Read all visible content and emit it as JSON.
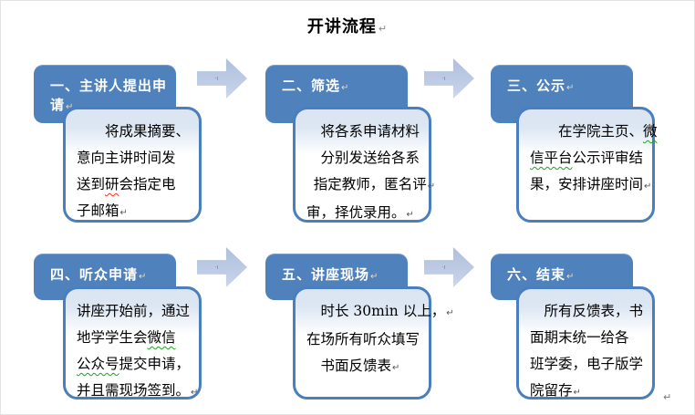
{
  "title": {
    "text": "开讲流程",
    "paragraph_mark": "↵"
  },
  "colors": {
    "header_fill": "#4f81bd",
    "body_border": "#4a7ebc",
    "body_band": "#dbe5f2",
    "arrow_fill": "#b7c6e1",
    "spellcheck_red": "#ff2a1a",
    "grammar_green": "#19a519"
  },
  "arrow_mark": "·ı",
  "trailing_paragraph_mark": "↵",
  "steps": [
    {
      "row": 0,
      "col": 0,
      "header": "一、主讲人提出申请",
      "lines": [
        {
          "indent": 2,
          "segments": [
            {
              "t": "将成果摘要、"
            }
          ]
        },
        {
          "indent": 0,
          "segments": [
            {
              "t": "意向主讲时间发"
            }
          ]
        },
        {
          "indent": 0,
          "segments": [
            {
              "t": "送到"
            },
            {
              "t": "研",
              "u": "red"
            },
            {
              "t": "会指定电"
            }
          ]
        },
        {
          "indent": 0,
          "segments": [
            {
              "t": "子邮箱"
            },
            {
              "m": "↵"
            }
          ]
        }
      ]
    },
    {
      "row": 0,
      "col": 1,
      "header": "二、筛选",
      "lines": [
        {
          "indent": 1,
          "segments": [
            {
              "t": "将各系申请材料"
            }
          ]
        },
        {
          "indent": 1,
          "segments": [
            {
              "t": "分别发送给各系"
            }
          ]
        },
        {
          "indent": 0.5,
          "segments": [
            {
              "t": "指定教师，匿名评"
            },
            {
              "m": "↵"
            }
          ]
        },
        {
          "indent": 0,
          "segments": [
            {
              "t": "审，择优录用。"
            },
            {
              "m": "↵"
            }
          ]
        }
      ]
    },
    {
      "row": 0,
      "col": 2,
      "header": "三、公示",
      "lines": [
        {
          "indent": 2,
          "segments": [
            {
              "t": "在学院主页、"
            },
            {
              "t": "微",
              "u": "green"
            }
          ]
        },
        {
          "indent": 0,
          "segments": [
            {
              "t": "信平台",
              "u": "green"
            },
            {
              "t": "公示评审结"
            }
          ]
        },
        {
          "indent": 0,
          "segments": [
            {
              "t": "果，安排讲座时间"
            },
            {
              "m": "↵"
            }
          ]
        }
      ]
    },
    {
      "row": 1,
      "col": 0,
      "header": "四、听众申请",
      "lines": [
        {
          "indent": 0,
          "segments": [
            {
              "t": "讲座开始前，通过"
            }
          ]
        },
        {
          "indent": 0,
          "segments": [
            {
              "t": "地学学生会"
            },
            {
              "t": "微信",
              "u": "green"
            }
          ]
        },
        {
          "indent": 0,
          "segments": [
            {
              "t": "公众号",
              "u": "green"
            },
            {
              "t": "提交申请，"
            }
          ]
        },
        {
          "indent": 0,
          "segments": [
            {
              "t": "并且需现场签到。"
            },
            {
              "m": "↵"
            }
          ]
        }
      ]
    },
    {
      "row": 1,
      "col": 1,
      "header": "五、讲座现场",
      "lines": [
        {
          "indent": 1,
          "segments": [
            {
              "t": "时长 30min 以上，"
            },
            {
              "m": "↵"
            }
          ]
        },
        {
          "indent": 0,
          "segments": [
            {
              "t": "在场所有听众填写"
            }
          ]
        },
        {
          "indent": 1,
          "segments": [
            {
              "t": "书面反馈表"
            },
            {
              "m": "↵"
            }
          ]
        }
      ]
    },
    {
      "row": 1,
      "col": 2,
      "header": "六、结束",
      "lines": [
        {
          "indent": 1,
          "segments": [
            {
              "t": "所有反馈表，书"
            }
          ]
        },
        {
          "indent": 0,
          "segments": [
            {
              "t": "面期末统一给各"
            }
          ]
        },
        {
          "indent": 0,
          "segments": [
            {
              "t": "班学委，电子版学"
            }
          ]
        },
        {
          "indent": 0,
          "segments": [
            {
              "t": "院留存"
            },
            {
              "m": "↵"
            }
          ]
        }
      ]
    }
  ]
}
